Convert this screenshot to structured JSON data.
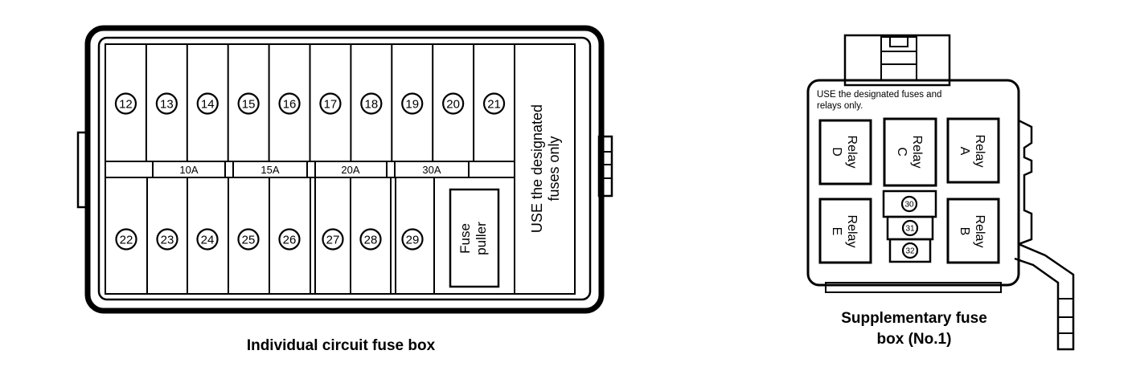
{
  "left_box": {
    "caption": "Individual circuit fuse box",
    "top_fuses": [
      "12",
      "13",
      "14",
      "15",
      "16",
      "17",
      "18",
      "19",
      "20",
      "21"
    ],
    "bottom_fuses": [
      "22",
      "23",
      "24",
      "25",
      "26",
      "27",
      "28",
      "29"
    ],
    "ratings": [
      "10A",
      "15A",
      "20A",
      "30A"
    ],
    "fuse_puller_label": [
      "Fuse",
      "puller"
    ],
    "notice_lines": [
      "USE the designated",
      "fuses only"
    ]
  },
  "right_box": {
    "caption_lines": [
      "Supplementary fuse",
      "box (No.1)"
    ],
    "notice_lines": [
      "USE the designated fuses and",
      "relays only."
    ],
    "relays": [
      {
        "id": "relay-d",
        "lines": [
          "Relay",
          "D"
        ]
      },
      {
        "id": "relay-c",
        "lines": [
          "Relay",
          "C"
        ]
      },
      {
        "id": "relay-a",
        "lines": [
          "Relay",
          "A"
        ]
      },
      {
        "id": "relay-e",
        "lines": [
          "Relay",
          "E"
        ]
      },
      {
        "id": "relay-b",
        "lines": [
          "Relay",
          "B"
        ]
      }
    ],
    "small_fuses": [
      "30",
      "31",
      "32"
    ]
  }
}
